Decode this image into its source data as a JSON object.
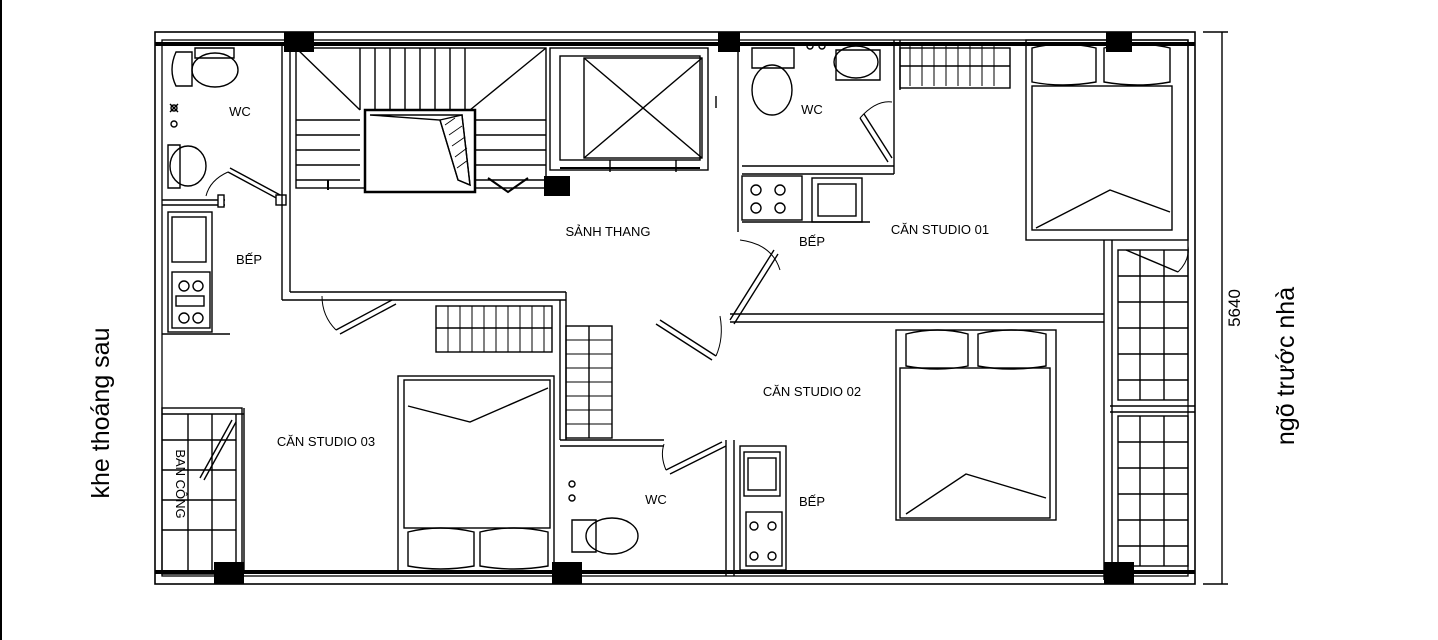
{
  "labels": {
    "wc_top_left": "WC",
    "wc_top_right": "WC",
    "wc_bottom": "WC",
    "bep_left": "BẾP",
    "bep_top_right": "BẾP",
    "bep_bottom": "BẾP",
    "sanh_thang": "SẢNH THANG",
    "studio_01": "CĂN STUDIO 01",
    "studio_02": "CĂN STUDIO 02",
    "studio_03": "CĂN STUDIO 03",
    "ban_cong": "BAN CÔNG"
  },
  "side_labels": {
    "left": "khe thoáng sau",
    "right": "ngõ trước nhà"
  },
  "dimension": "5640"
}
